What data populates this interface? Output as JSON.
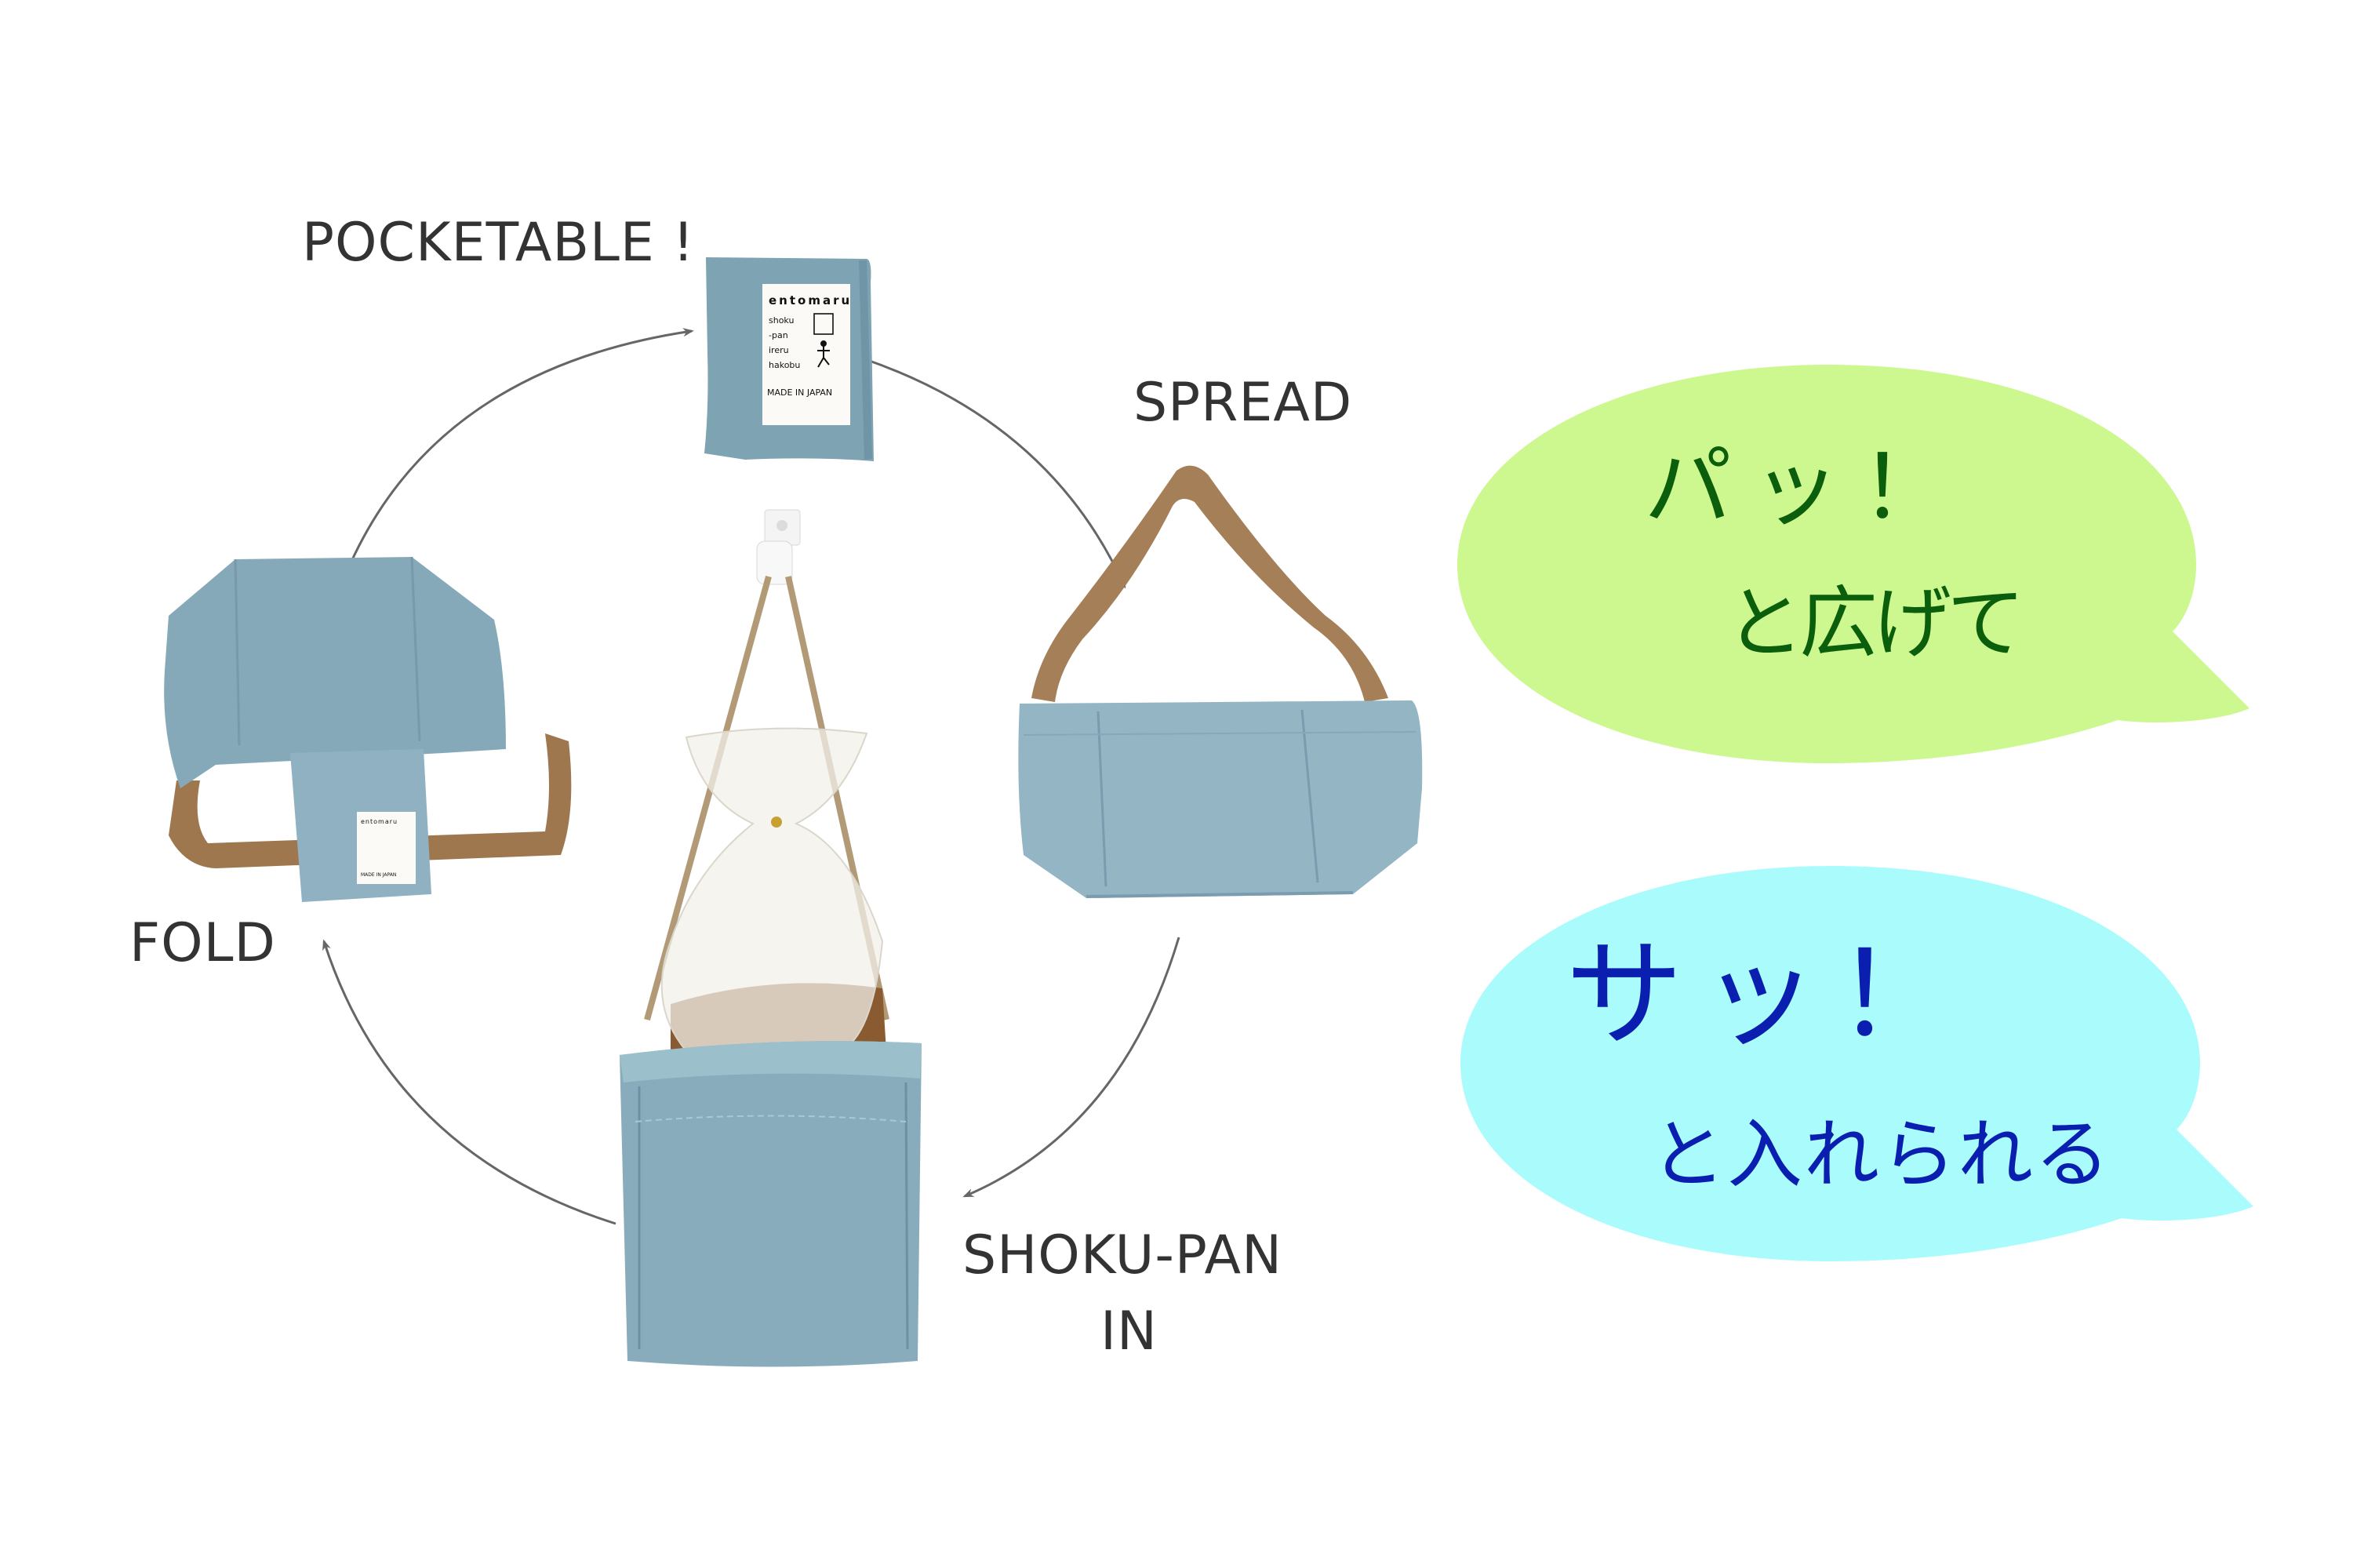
{
  "diagram": {
    "steps": [
      {
        "id": "pocketable",
        "label": "POCKETABLE !"
      },
      {
        "id": "spread",
        "label": "SPREAD"
      },
      {
        "id": "shokupan_in",
        "label_line1": "SHOKU-PAN",
        "label_line2": "IN"
      },
      {
        "id": "fold",
        "label": "FOLD"
      }
    ],
    "cycle_direction": "clockwise",
    "arrow_color": "#666666",
    "label_color": "#333333"
  },
  "product_tag": {
    "brand": "entomaru",
    "lines": [
      "shoku",
      "-pan",
      "ireru",
      "hakobu"
    ],
    "origin": "MADE IN JAPAN",
    "icons": [
      "bread-square-icon",
      "walking-person-icon"
    ]
  },
  "bubbles": [
    {
      "id": "spread-bubble",
      "line1": "パッ！",
      "line2": "と広げて",
      "fill": "#ccf88f",
      "text_color": "#0b5e0b"
    },
    {
      "id": "put-in-bubble",
      "line1": "サッ！",
      "line2": "と入れられる",
      "fill": "#aafcfc",
      "text_color": "#0a1fb0"
    }
  ],
  "colors": {
    "bag_blue": "#7ea3b3",
    "bag_blue_light": "#93b5c4",
    "strap_brown": "#a57f58",
    "background": "#ffffff"
  }
}
